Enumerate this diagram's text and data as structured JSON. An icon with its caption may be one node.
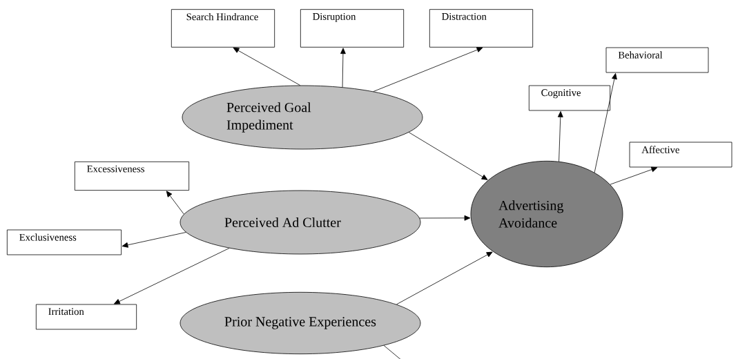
{
  "diagram": {
    "nodes": [
      {
        "text": [
          "Search Hindrance"
        ]
      },
      {
        "text": [
          "Disruption"
        ]
      },
      {
        "text": [
          "Distraction"
        ]
      },
      {
        "text": [
          "Perceived Goal Impediment"
        ]
      },
      {
        "text": [
          "Cognitive"
        ]
      },
      {
        "text": [
          "Behavioral"
        ]
      },
      {
        "text": [
          "Affective"
        ]
      },
      {
        "text": [
          "Excessiveness"
        ]
      },
      {
        "text": [
          "Perceived Ad Clutter"
        ]
      },
      {
        "text": [
          "Advertising Avoidance"
        ]
      },
      {
        "text": [
          "Exclusiveness"
        ]
      },
      {
        "text": [
          "Irritation"
        ]
      },
      {
        "text": [
          "Prior Negative Experiences"
        ]
      }
    ],
    "edges": [
      {
        "from": 3,
        "to": 0,
        "arrow": "to"
      },
      {
        "from": 3,
        "to": 1,
        "arrow": "to"
      },
      {
        "from": 3,
        "to": 2,
        "arrow": "to"
      },
      {
        "from": 9,
        "to": 4,
        "arrow": "to"
      },
      {
        "from": 9,
        "to": 5,
        "arrow": "to"
      },
      {
        "from": 9,
        "to": 6,
        "arrow": "to"
      },
      {
        "from": 3,
        "to": 9,
        "arrow": "to"
      },
      {
        "from": 8,
        "to": 7,
        "arrow": "to"
      },
      {
        "from": 8,
        "to": 9,
        "arrow": "to"
      },
      {
        "from": 8,
        "to": 10,
        "arrow": "to"
      },
      {
        "from": 8,
        "to": 11,
        "arrow": "to"
      },
      {
        "from": 12,
        "to": 9,
        "arrow": "to"
      },
      {
        "from": 12,
        "to": null,
        "arrow": "none"
      }
    ]
  }
}
